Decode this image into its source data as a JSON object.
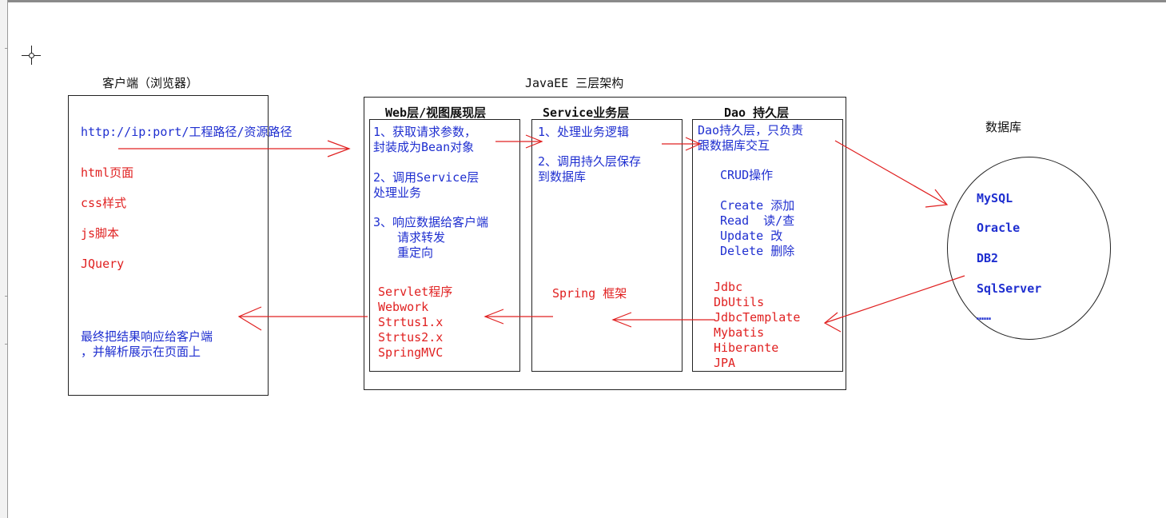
{
  "client": {
    "title": "客户端（浏览器）",
    "url": "http://ip:port/工程路径/资源路径",
    "items": [
      "html页面",
      "css样式",
      "js脚本",
      "JQuery"
    ],
    "response_line1": "最终把结果响应给客户端",
    "response_line2": "，并解析展示在页面上"
  },
  "javaee": {
    "title": "JavaEE 三层架构"
  },
  "web_layer": {
    "title": "Web层/视图展现层",
    "step1_line1": "1、获取请求参数，",
    "step1_line2": "封装成为Bean对象",
    "step2_line1": "2、调用Service层",
    "step2_line2": "处理业务",
    "step3_line1": "3、响应数据给客户端",
    "step3_line2": "请求转发",
    "step3_line3": "重定向",
    "frameworks": [
      "Servlet程序",
      "Webwork",
      "Strtus1.x",
      "Strtus2.x",
      "SpringMVC"
    ]
  },
  "service_layer": {
    "title": "Service业务层",
    "step1": "1、处理业务逻辑",
    "step2_line1": "2、调用持久层保存",
    "step2_line2": "到数据库",
    "framework": "Spring 框架"
  },
  "dao_layer": {
    "title": "Dao 持久层",
    "desc_line1": "Dao持久层，只负责",
    "desc_line2": "跟数据库交互",
    "crud_title": "CRUD操作",
    "crud": [
      "Create 添加",
      "Read  读/查",
      "Update 改",
      "Delete 删除"
    ],
    "frameworks": [
      "Jdbc",
      "DbUtils",
      "JdbcTemplate",
      "Mybatis",
      "Hiberante",
      "JPA"
    ]
  },
  "database": {
    "title": "数据库",
    "items": [
      "MySQL",
      "Oracle",
      "DB2",
      "SqlServer",
      "……"
    ]
  },
  "colors": {
    "blue_text": "#1f2fd0",
    "red_text": "#e02020",
    "arrow": "#e02020"
  }
}
